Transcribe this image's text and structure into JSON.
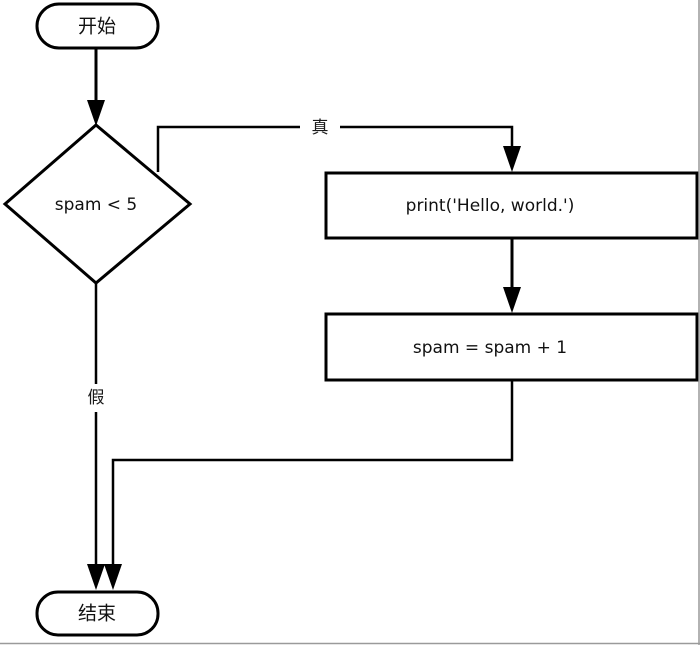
{
  "diagram": {
    "title": "spam loop flowchart",
    "background_color": "#ffffff",
    "line_color": "#000000",
    "text_color": "#111111",
    "nodes": [
      {
        "id": "start",
        "shape": "terminator",
        "label": "开始"
      },
      {
        "id": "decision",
        "shape": "diamond",
        "label": "spam < 5"
      },
      {
        "id": "print",
        "shape": "process",
        "label": "print('Hello, world.')"
      },
      {
        "id": "increment",
        "shape": "process",
        "label": "spam = spam + 1"
      },
      {
        "id": "end",
        "shape": "terminator",
        "label": "结束"
      }
    ],
    "edges": [
      {
        "id": "start-to-decision",
        "from": "start",
        "to": "decision",
        "label": ""
      },
      {
        "id": "decision-true",
        "from": "decision",
        "to": "print",
        "label": "真"
      },
      {
        "id": "print-to-increment",
        "from": "print",
        "to": "increment",
        "label": ""
      },
      {
        "id": "increment-loop-back",
        "from": "increment",
        "to": "end",
        "label": ""
      },
      {
        "id": "decision-false",
        "from": "decision",
        "to": "end",
        "label": "假"
      }
    ]
  }
}
